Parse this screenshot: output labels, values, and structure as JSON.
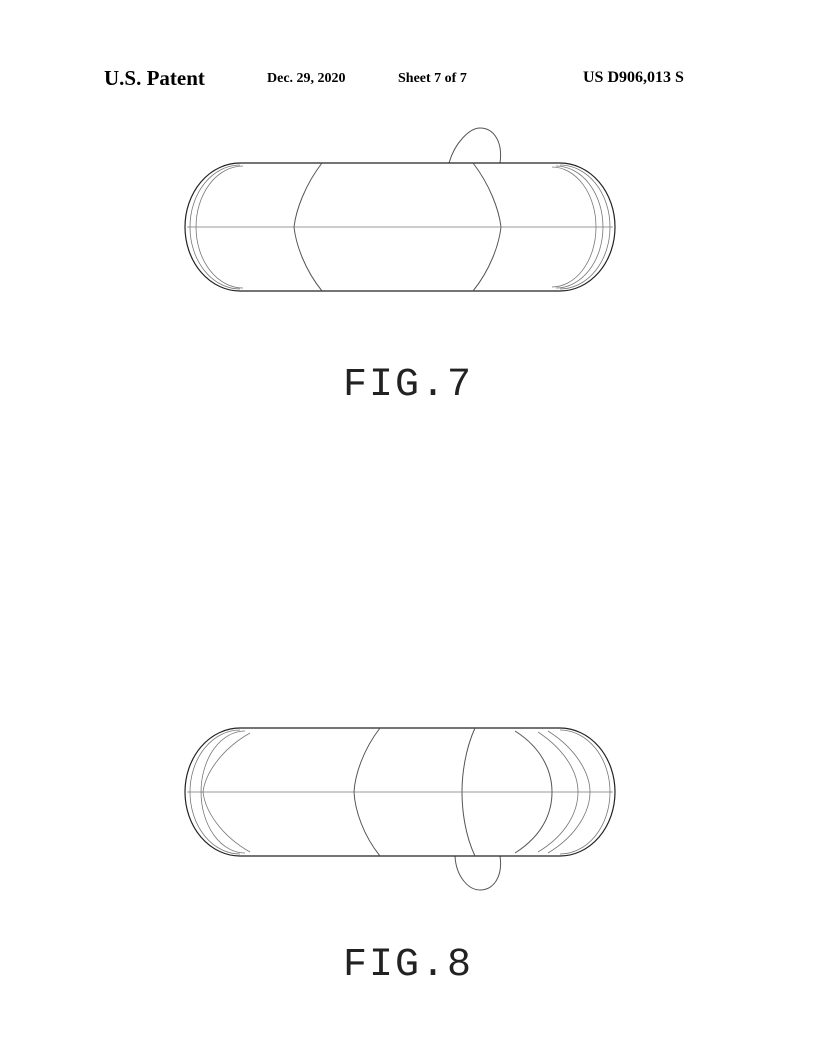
{
  "header": {
    "left": "U.S. Patent",
    "date": "Dec. 29, 2020",
    "sheet": "Sheet 7 of 7",
    "patent_number": "US D906,013 S"
  },
  "figures": [
    {
      "label": "FIG.7"
    },
    {
      "label": "FIG.8"
    }
  ]
}
